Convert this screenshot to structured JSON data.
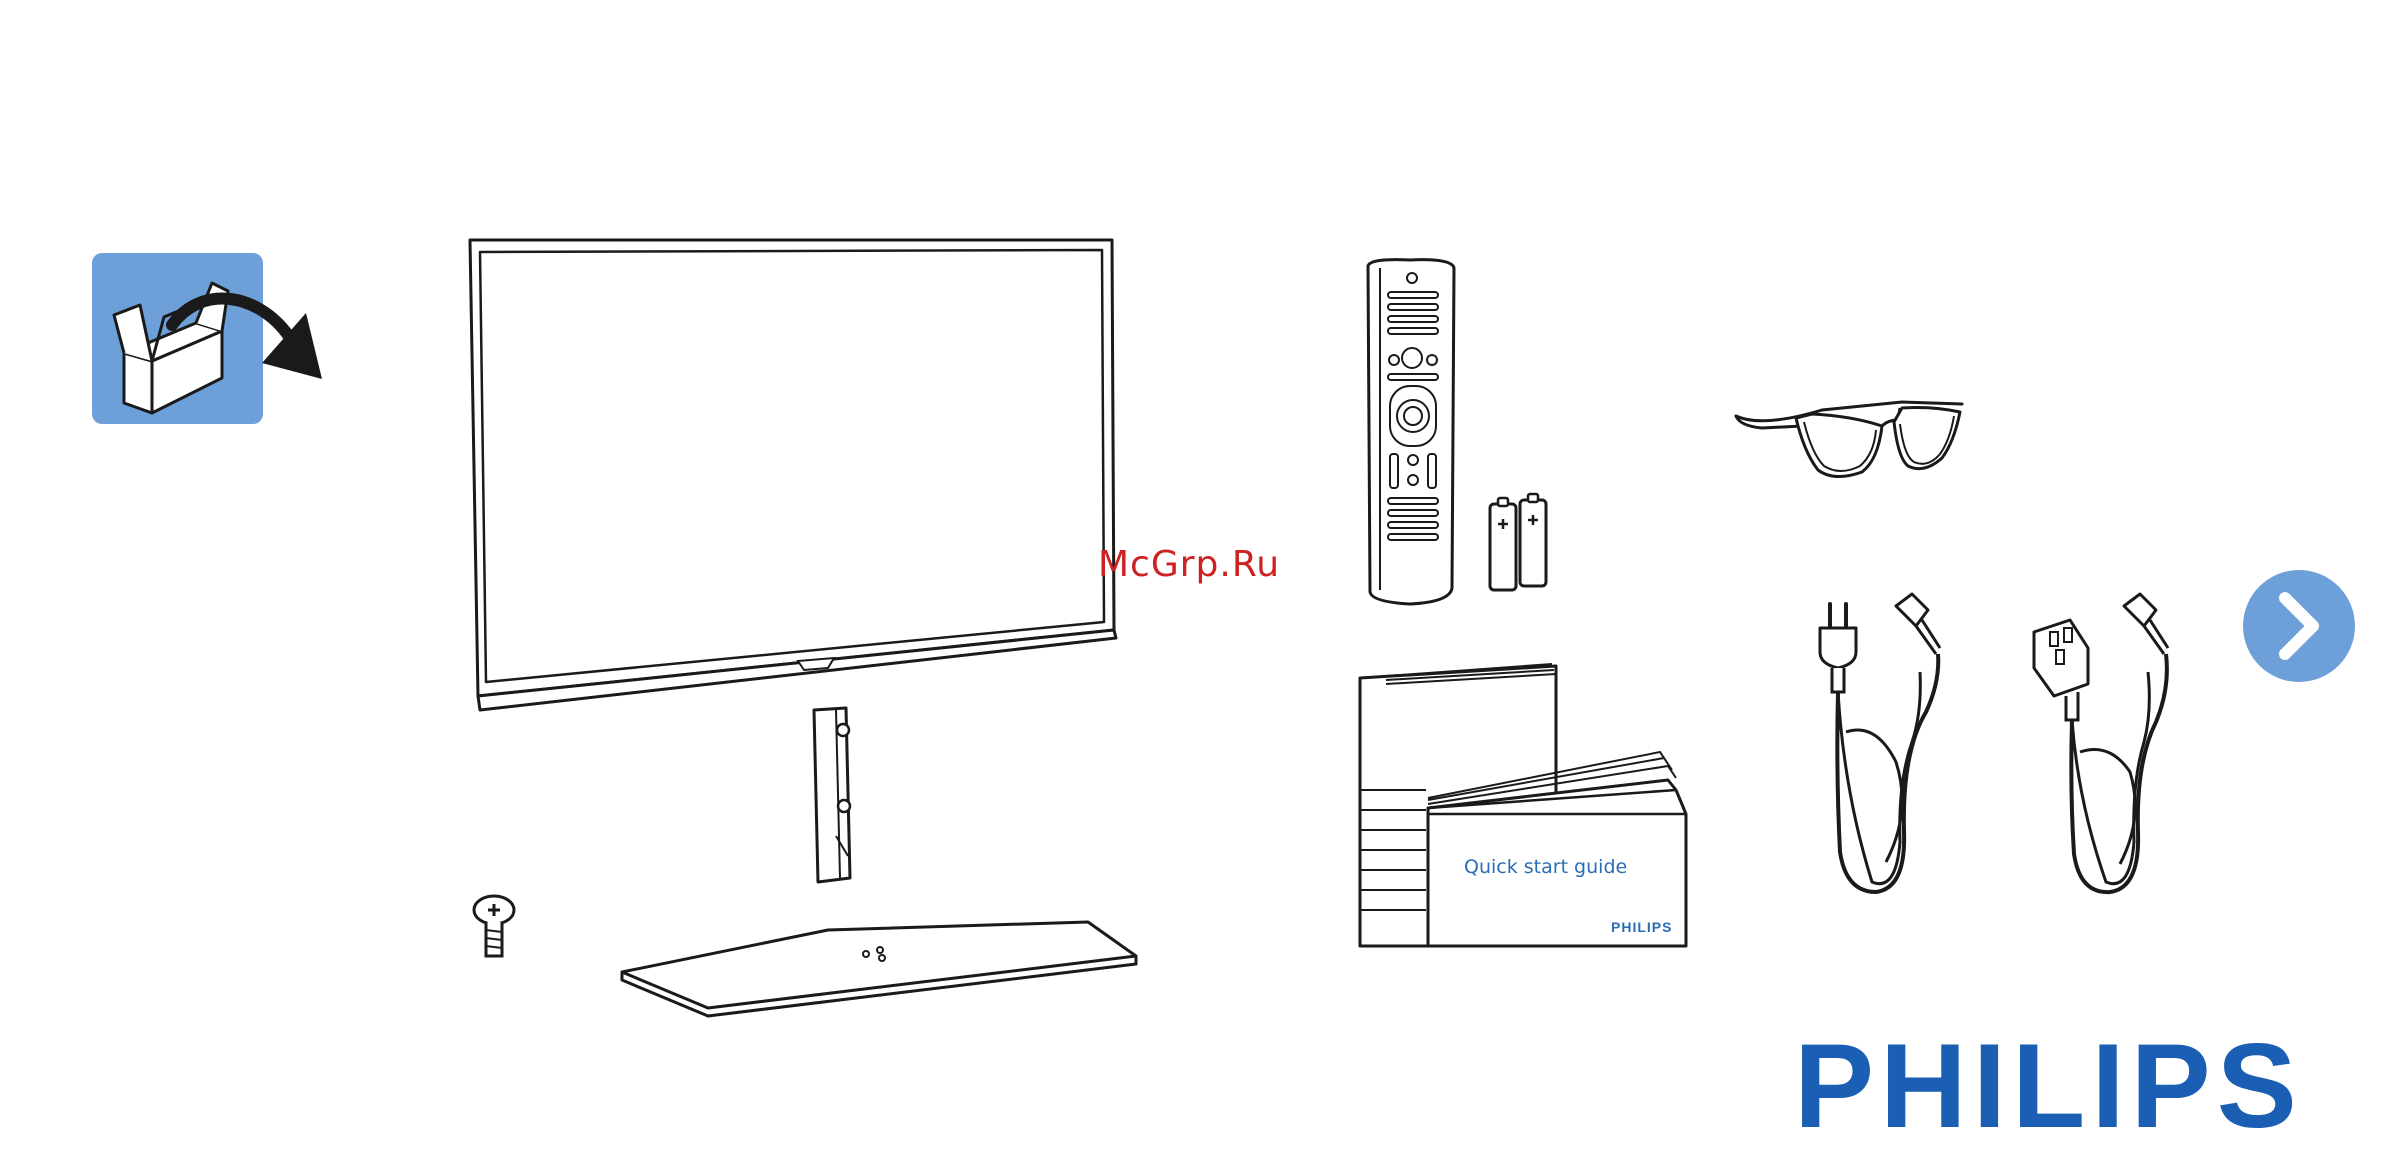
{
  "watermark": "McGrp.Ru",
  "quick_start_guide": {
    "title": "Quick start guide",
    "brand": "PHILIPS"
  },
  "brand_logo": "PHILIPS",
  "icons": {
    "unbox": "unbox-arrow-icon",
    "next": "chevron-right-icon"
  },
  "colors": {
    "unbox_tile": "#6d9fd8",
    "next_button": "#6d9fd8",
    "brand_blue": "#1a5fb4",
    "guide_text": "#2a6db5",
    "watermark": "#cc2222"
  }
}
